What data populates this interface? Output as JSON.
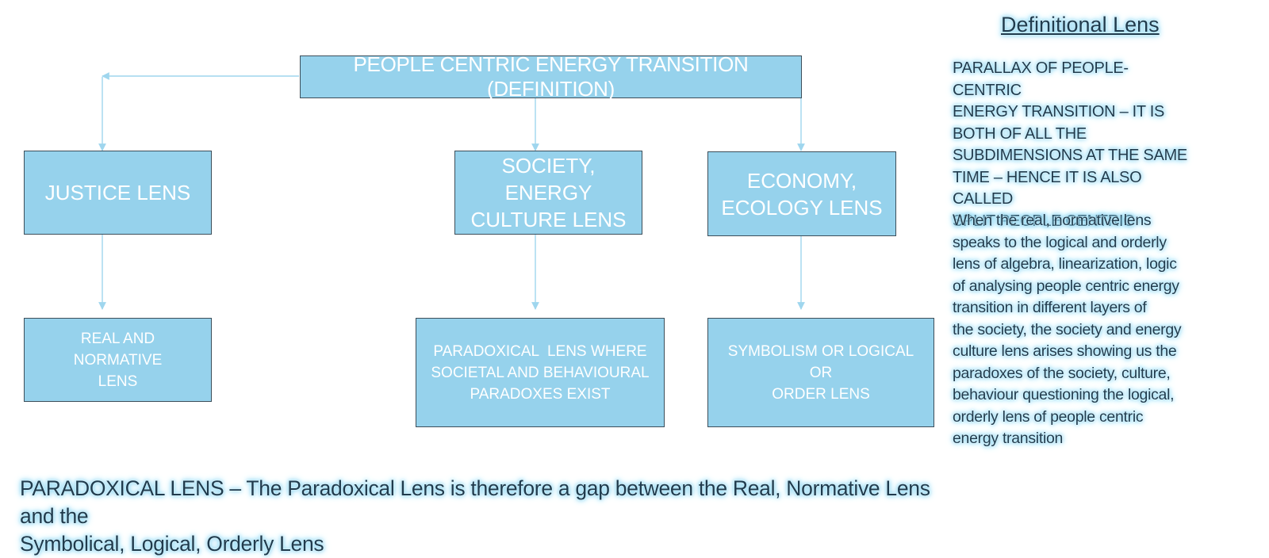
{
  "diagram": {
    "root": "PEOPLE CENTRIC ENERGY TRANSITION (DEFINITION)",
    "lenses": [
      {
        "lines": [
          "JUSTICE LENS"
        ],
        "sub_lines": [
          "REAL AND NORMATIVE",
          "LENS"
        ]
      },
      {
        "lines": [
          "SOCIETY, ENERGY",
          "CULTURE LENS"
        ],
        "sub_lines": [
          "PARADOXICAL  LENS WHERE",
          "SOCIETAL AND BEHAVIOURAL",
          "PARADOXES EXIST"
        ]
      },
      {
        "lines": [
          "ECONOMY,",
          "ECOLOGY LENS"
        ],
        "sub_lines": [
          "SYMBOLISM OR LOGICAL OR",
          "ORDER LENS"
        ]
      }
    ],
    "colors": {
      "box_fill": "#96d2ec",
      "box_border": "#3c4e5a",
      "box_text": "#ffffff",
      "connector": "#9fd6ee",
      "glow": "#7fd3f2",
      "text_dark": "#1f3b4d"
    }
  },
  "sidebar": {
    "title": "Definitional Lens",
    "upper_lines": [
      "PARALLAX OF PEOPLE-CENTRIC",
      "ENERGY TRANSITION – IT IS",
      "BOTH OF ALL THE",
      "SUBDIMENSIONS AT THE SAME",
      "TIME – HENCE IT IS ALSO CALLED",
      "SPLIT PEOPLE CENTRIC"
    ],
    "paragraph_lines": [
      "When the real, normative lens",
      "speaks to the logical and orderly",
      "lens of algebra, linearization, logic",
      "of analysing people centric energy",
      "transition in different layers of",
      "the society, the society and energy",
      "culture lens arises showing us the",
      "paradoxes of the society, culture,",
      "behaviour questioning the logical,",
      "orderly lens of people centric",
      "energy transition"
    ]
  },
  "footer": {
    "lines": [
      "PARADOXICAL LENS – The Paradoxical Lens is therefore a gap between the Real, Normative Lens and the",
      "Symbolical, Logical, Orderly Lens"
    ]
  }
}
